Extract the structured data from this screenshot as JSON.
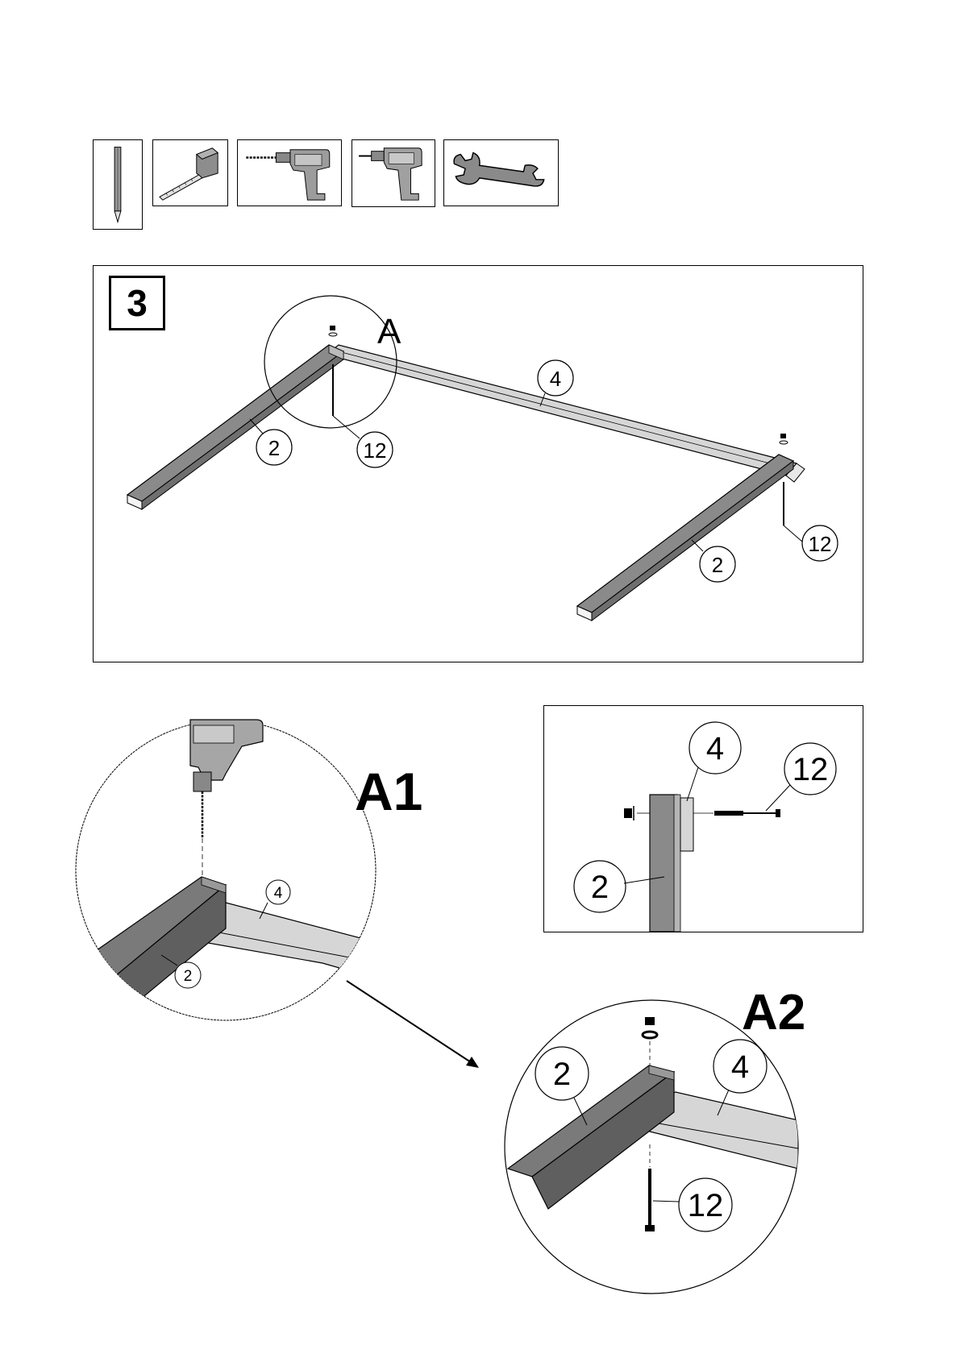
{
  "tools": [
    {
      "icon": "pencil-icon"
    },
    {
      "icon": "tape-measure-icon"
    },
    {
      "icon": "drill-icon"
    },
    {
      "icon": "screwdriver-drill-icon"
    },
    {
      "icon": "wrench-icon"
    }
  ],
  "step": {
    "number": "3"
  },
  "main_diagram": {
    "detail_label": "A",
    "callouts": [
      "2",
      "4",
      "12",
      "2",
      "12"
    ]
  },
  "detail_a1": {
    "label": "A1",
    "callouts": [
      "4",
      "2"
    ]
  },
  "detail_side": {
    "callouts": [
      "4",
      "12",
      "2"
    ]
  },
  "detail_a2": {
    "label": "A2",
    "callouts": [
      "2",
      "4",
      "12"
    ]
  },
  "colors": {
    "dark_beam": "#8a8a8a",
    "light_beam": "#d6d6d6",
    "line": "#000000"
  }
}
